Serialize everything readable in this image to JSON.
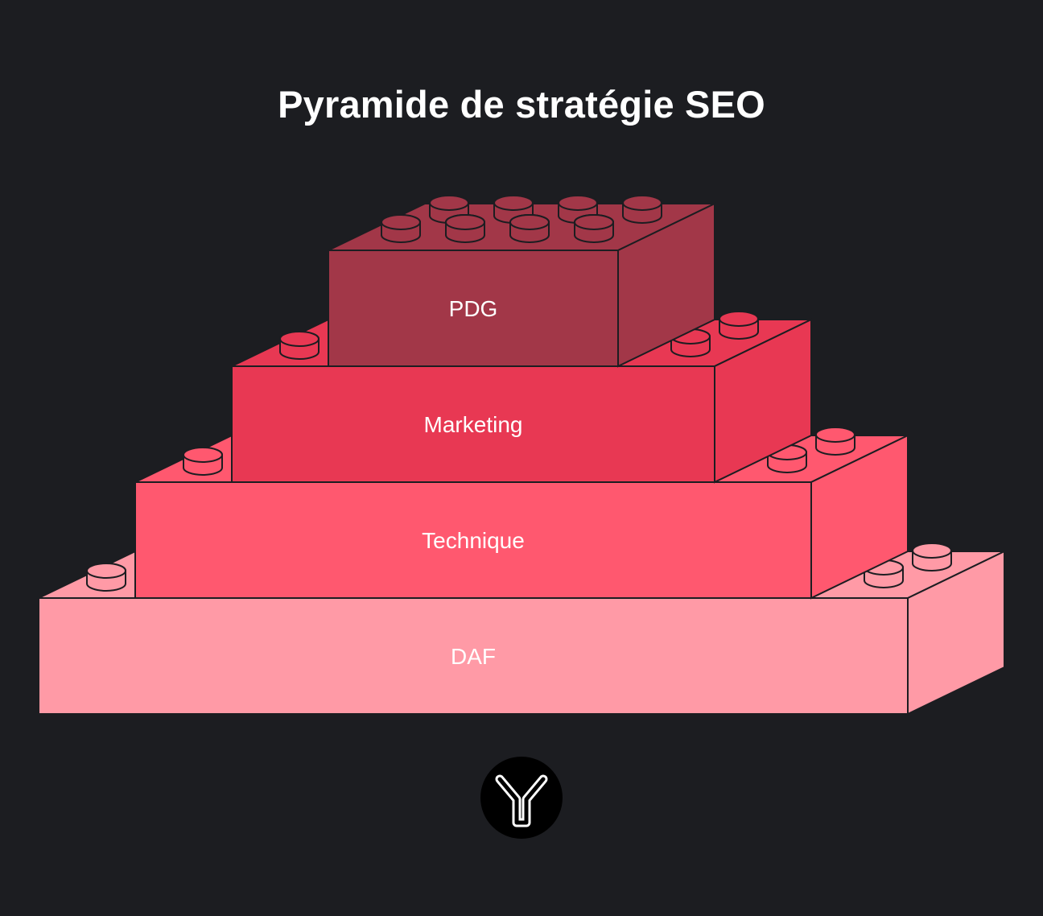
{
  "title": "Pyramide de stratégie SEO",
  "levels": [
    {
      "label": "PDG",
      "color": "#a23748"
    },
    {
      "label": "Marketing",
      "color": "#e83853"
    },
    {
      "label": "Technique",
      "color": "#ff586f"
    },
    {
      "label": "DAF",
      "color": "#ff9aa6"
    }
  ],
  "logo": {
    "icon": "y-logo-icon"
  }
}
